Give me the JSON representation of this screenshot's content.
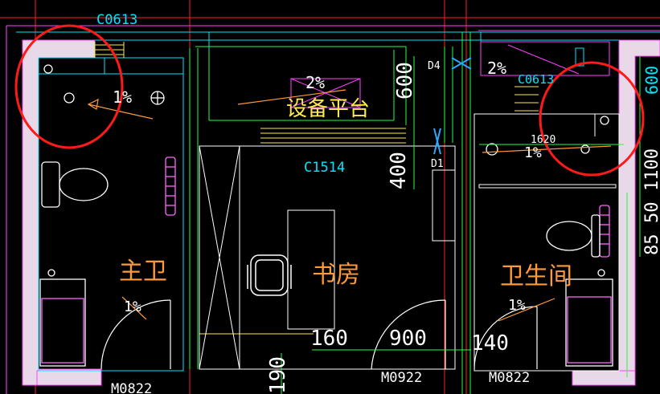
{
  "labels": {
    "window_c0613_top": "C0613",
    "window_c0613_right": "C0613",
    "window_c1514": "C1514",
    "door_m0822_left": "M0822",
    "door_m0922": "M0922",
    "door_m0822_right": "M0822",
    "door_d1": "D1",
    "door_d4": "D4"
  },
  "rooms": {
    "master_bath": "主卫",
    "study": "书房",
    "bathroom": "卫生间",
    "equipment_platform": "设备平台"
  },
  "slopes": {
    "master_bath": "1%",
    "master_bath_lower": "1%",
    "equipment_platform": "2%",
    "top_right_platform": "2%",
    "bathroom": "1%",
    "bathroom_lower": "1%"
  },
  "dimensions": {
    "d600": "600",
    "d400": "400",
    "d160": "160",
    "d900": "900",
    "d140": "140",
    "d190": "190",
    "d1620": "1620",
    "right_edge_600": "600",
    "right_edge_1100": "1100",
    "right_edge_50": "50",
    "right_edge_85": "85"
  },
  "colors": {
    "background": "#000000",
    "wall_fill": "#e8d8e8",
    "wall_stroke": "#ff40ff",
    "line_cyan": "#00e5ff",
    "line_yellow": "#ffe94d",
    "line_green": "#22ff44",
    "line_red": "#ff2020",
    "line_white": "#ffffff",
    "fixture_magenta": "#ff66ff",
    "highlight_circle": "#ff1a1a"
  },
  "annotation_circles": 2
}
